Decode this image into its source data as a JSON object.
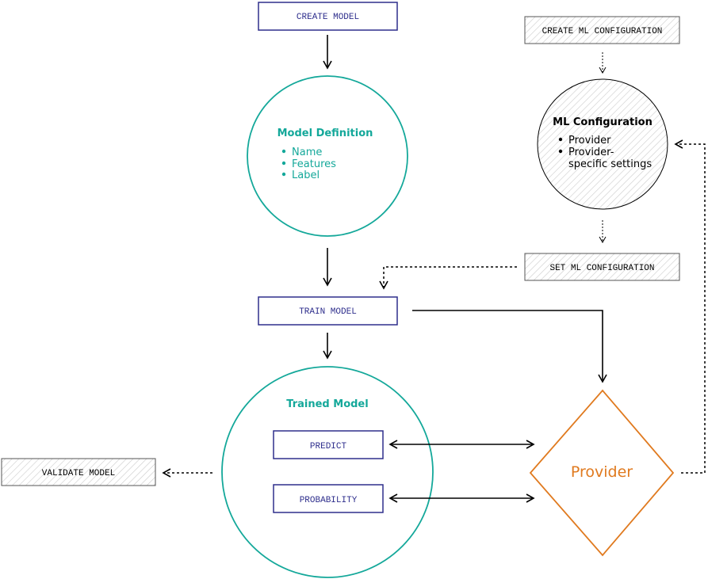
{
  "colors": {
    "teal": "#14a89a",
    "navy": "#2e2e8c",
    "orange": "#e07a1f",
    "hatch_line": "#c8c8c8",
    "hatch_border": "#555555",
    "arrow": "#000000"
  },
  "boxes": {
    "create_model": "CREATE MODEL",
    "train_model": "TRAIN MODEL",
    "predict": "PREDICT",
    "probability": "PROBABILITY",
    "create_ml_configuration": "CREATE ML CONFIGURATION",
    "set_ml_configuration": "SET ML CONFIGURATION",
    "validate_model": "VALIDATE MODEL"
  },
  "model_definition": {
    "title": "Model Definition",
    "items": [
      "Name",
      "Features",
      "Label"
    ]
  },
  "ml_configuration": {
    "title": "ML Configuration",
    "items": [
      "Provider",
      "Provider-",
      "specific settings"
    ]
  },
  "trained_model": {
    "title": "Trained Model"
  },
  "provider": {
    "label": "Provider"
  }
}
